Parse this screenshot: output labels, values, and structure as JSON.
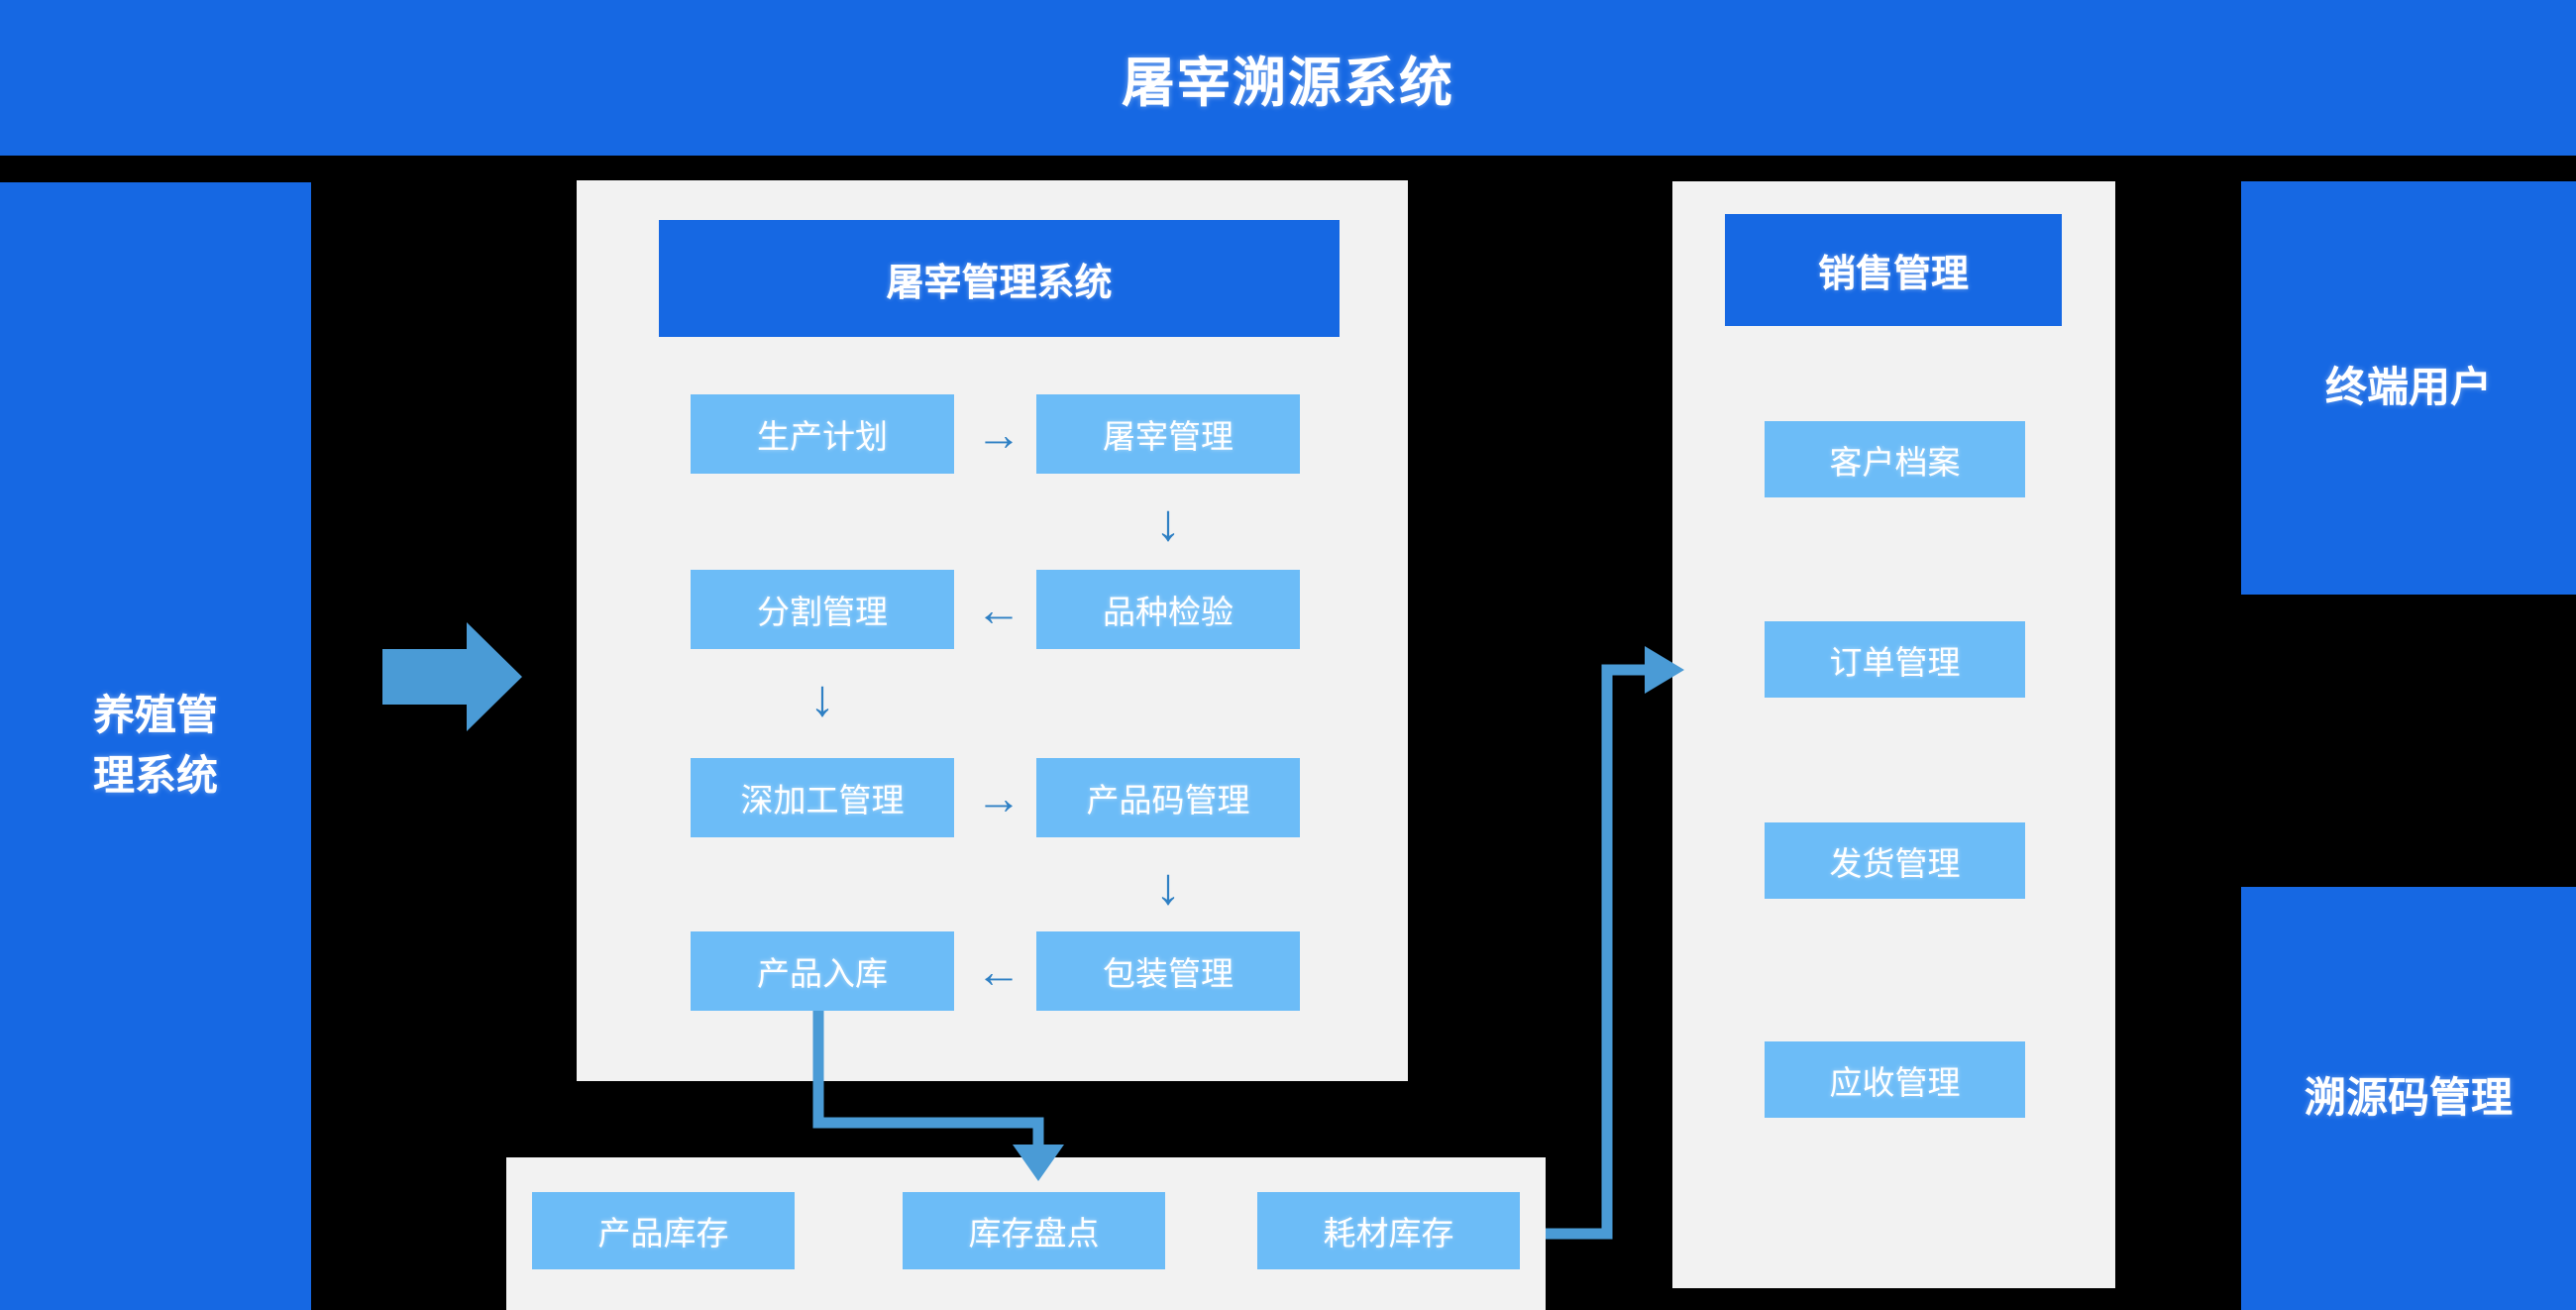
{
  "header": {
    "title": "屠宰溯源系统"
  },
  "colors": {
    "brand_blue": "#1668e3",
    "node_blue": "#6cbcf7",
    "panel_bg": "#f2f2f2",
    "connector": "#4a9bd6",
    "page_bg": "#000000"
  },
  "farm_panel": {
    "label": "养殖管\n理系统",
    "line1": "养殖管",
    "line2": "理系统"
  },
  "end_user_panel": {
    "label": "终端用户"
  },
  "trace_code_panel": {
    "label": "溯源码管理"
  },
  "center_panel": {
    "header": "屠宰管理系统",
    "nodes": [
      {
        "id": "production-plan",
        "label": "生产计划"
      },
      {
        "id": "slaughter-mgmt",
        "label": "屠宰管理"
      },
      {
        "id": "cutting-mgmt",
        "label": "分割管理"
      },
      {
        "id": "breed-inspection",
        "label": "品种检验"
      },
      {
        "id": "deep-processing",
        "label": "深加工管理"
      },
      {
        "id": "product-code-mgmt",
        "label": "产品码管理"
      },
      {
        "id": "product-inbound",
        "label": "产品入库"
      },
      {
        "id": "packaging-mgmt",
        "label": "包装管理"
      }
    ],
    "flow_arrows": [
      {
        "id": "plan-to-slaughter",
        "glyph": "→"
      },
      {
        "id": "slaughter-to-inspection",
        "glyph": "↓"
      },
      {
        "id": "inspection-to-cutting",
        "glyph": "←"
      },
      {
        "id": "cutting-to-deepproc",
        "glyph": "↓"
      },
      {
        "id": "deepproc-to-productcode",
        "glyph": "→"
      },
      {
        "id": "productcode-to-packaging",
        "glyph": "↓"
      },
      {
        "id": "packaging-to-inbound",
        "glyph": "←"
      }
    ]
  },
  "sales_panel": {
    "header": "销售管理",
    "nodes": [
      {
        "id": "customer-profile",
        "label": "客户档案"
      },
      {
        "id": "order-mgmt",
        "label": "订单管理"
      },
      {
        "id": "shipping-mgmt",
        "label": "发货管理"
      },
      {
        "id": "receivable-mgmt",
        "label": "应收管理"
      }
    ]
  },
  "inventory_panel": {
    "nodes": [
      {
        "id": "product-inventory",
        "label": "产品库存"
      },
      {
        "id": "inventory-count",
        "label": "库存盘点"
      },
      {
        "id": "consumable-inventory",
        "label": "耗材库存"
      }
    ]
  },
  "connectors": [
    {
      "id": "farm-to-slaughter-arrow",
      "type": "block-arrow-right"
    },
    {
      "id": "inbound-to-inventory-arrow",
      "type": "elbow-down"
    },
    {
      "id": "inventory-to-sales-arrow",
      "type": "elbow-right-up"
    }
  ]
}
